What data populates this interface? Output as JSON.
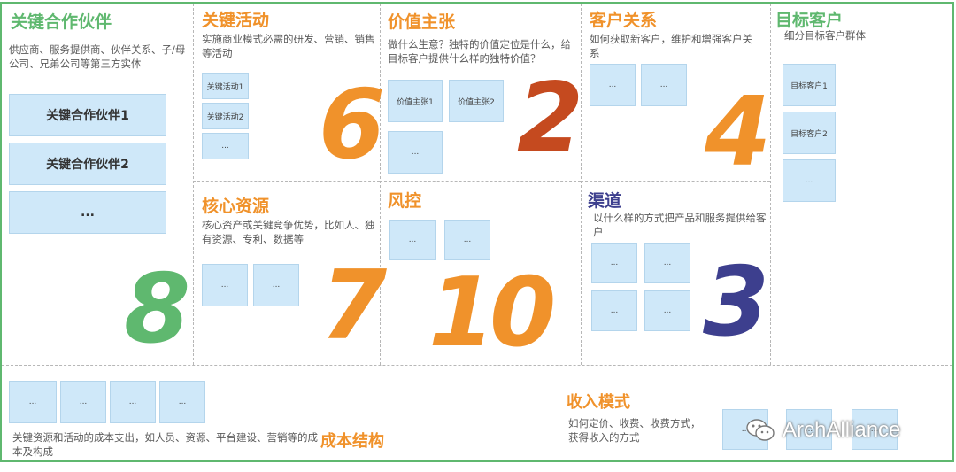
{
  "colors": {
    "border": "#5fb86f",
    "title_green": "#5fb86f",
    "title_orange": "#f0922b",
    "card_bg": "#cfe8f9",
    "num_orange": "#f0922b",
    "num_red": "#c54a1f",
    "num_blue": "#3d3f8e",
    "num_green": "#5fb86f"
  },
  "partners": {
    "title": "关键合作伙伴",
    "desc": "供应商、服务提供商、伙伴关系、子/母公司、兄弟公司等第三方实体",
    "cards": [
      "关键合作伙伴1",
      "关键合作伙伴2",
      "..."
    ],
    "number": "8"
  },
  "activities": {
    "title": "关键活动",
    "desc": "实施商业模式必需的研发、营销、销售等活动",
    "cards": [
      "关键活动1",
      "关键活动2",
      "..."
    ],
    "number": "6"
  },
  "resources": {
    "title": "核心资源",
    "desc": "核心资产或关键竞争优势，比如人、独有资源、专利、数据等",
    "cards": [
      "...",
      "..."
    ],
    "number": "7"
  },
  "value": {
    "title": "价值主张",
    "desc": "做什么生意？独特的价值定位是什么，给目标客户提供什么样的独特价值？",
    "cards": [
      "价值主张1",
      "价值主张2",
      "..."
    ],
    "number": "2"
  },
  "risk": {
    "title": "风控",
    "cards": [
      "...",
      "..."
    ],
    "number": "10"
  },
  "relations": {
    "title": "客户关系",
    "desc": "如何获取新客户，维护和增强客户关系",
    "cards": [
      "...",
      "..."
    ],
    "number": "4"
  },
  "channels": {
    "title": "渠道",
    "desc": "以什么样的方式把产品和服务提供给客户",
    "cards": [
      "...",
      "...",
      "...",
      "..."
    ],
    "number": "3"
  },
  "segments": {
    "title": "目标客户",
    "desc": "细分目标客户群体",
    "cards": [
      "目标客户1",
      "目标客户2",
      "..."
    ]
  },
  "cost": {
    "title": "成本结构",
    "desc": "关键资源和活动的成本支出，如人员、资源、平台建设、营销等的成本及构成",
    "cards": [
      "...",
      "...",
      "...",
      "..."
    ]
  },
  "revenue": {
    "title": "收入模式",
    "desc": "如何定价、收费、收费方式，获得收入的方式",
    "cards": [
      "...",
      "...",
      "..."
    ]
  },
  "watermark": {
    "text": "ArchAlliance",
    "icon": "wechat-icon"
  }
}
